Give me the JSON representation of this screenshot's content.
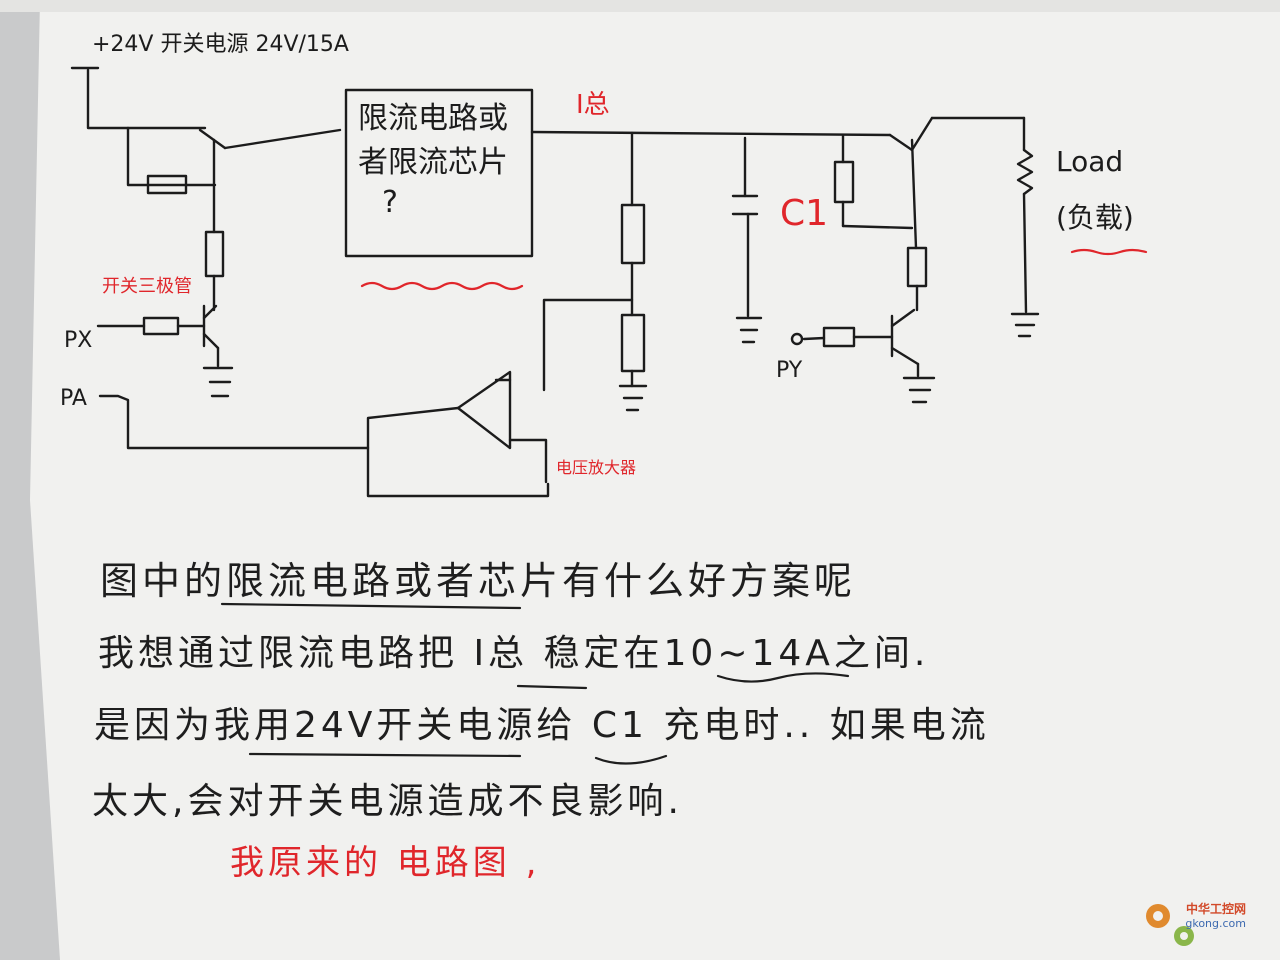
{
  "diagram": {
    "supply_label": "+24V 开关电源 24V/15A",
    "block_label_line1": "限流电路或",
    "block_label_line2": "者限流芯片",
    "block_label_line3": "?",
    "current_label": "I总",
    "capacitor_label": "C1",
    "load_label": "Load",
    "load_label_cn": "(负载)",
    "switch_transistor_label": "开关三极管",
    "amp_label": "电压放大器",
    "px_label": "PX",
    "pa_label": "PA",
    "py_label": "PY"
  },
  "notes": {
    "line1": "图中的限流电路或者芯片有什么好方案呢",
    "line2": "我想通过限流电路把 I总 稳定在10~14A之间.",
    "line3": "是因为我用24V开关电源给 C1 充电时.. 如果电流",
    "line4": "太大,会对开关电源造成不良影响.",
    "line5": "我原来的 电路图 ,"
  },
  "watermark": {
    "site_cn": "中华工控网",
    "site_url": "gkong.com"
  },
  "colors": {
    "ink": "#1c1c1c",
    "red_ink": "#e0262b",
    "paper": "#f1f1ef"
  }
}
